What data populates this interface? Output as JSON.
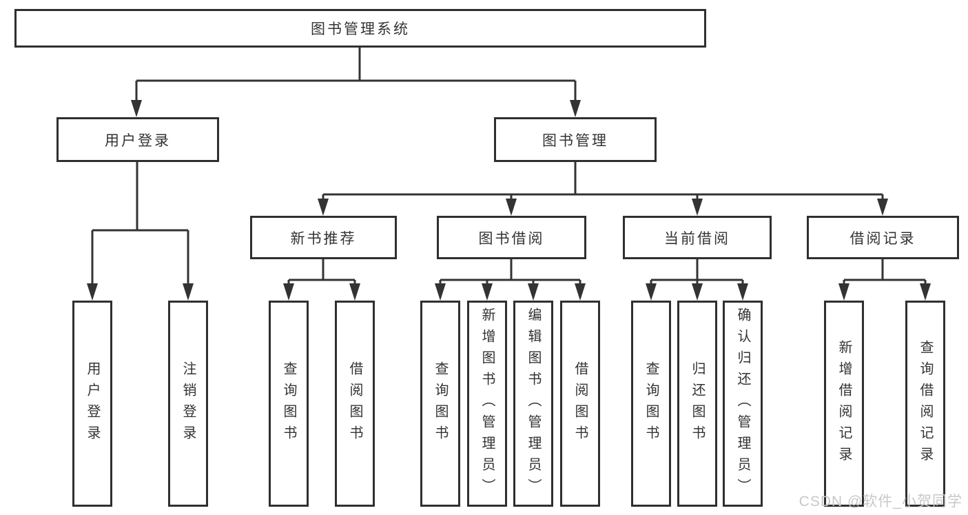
{
  "diagram_title": "图书管理系统",
  "colors": {
    "line": "#333333",
    "box_border": "#2f2f2f",
    "box_background": "#ffffff",
    "text": "#333333",
    "watermark": "#c8c8c8"
  },
  "watermark": {
    "text": "CSDN @软件_小贺同学"
  },
  "nodes": {
    "root": {
      "label": "图书管理系统"
    },
    "user_login": {
      "label": "用户登录"
    },
    "book_management": {
      "label": "图书管理"
    },
    "new_book_recommend": {
      "label": "新书推荐"
    },
    "book_borrow": {
      "label": "图书借阅"
    },
    "current_borrow": {
      "label": "当前借阅"
    },
    "borrow_record": {
      "label": "借阅记录"
    },
    "leaf_user_login": {
      "label": "用户登录"
    },
    "leaf_logout": {
      "label": "注销登录"
    },
    "leaf_query_book_rec": {
      "label": "查询图书"
    },
    "leaf_borrow_book_rec": {
      "label": "借阅图书"
    },
    "leaf_query_book_borrow": {
      "label": "查询图书"
    },
    "leaf_add_book_admin": {
      "label": "新增图书（管理员）"
    },
    "leaf_edit_book_admin": {
      "label": "编辑图书（管理员）"
    },
    "leaf_borrow_book_borrow": {
      "label": "借阅图书"
    },
    "leaf_query_book_current": {
      "label": "查询图书"
    },
    "leaf_return_book": {
      "label": "归还图书"
    },
    "leaf_confirm_return_admin": {
      "label": "确认归还（管理员）"
    },
    "leaf_add_borrow_record": {
      "label": "新增借阅记录"
    },
    "leaf_query_borrow_record": {
      "label": "查询借阅记录"
    }
  },
  "structure": {
    "图书管理系统": {
      "用户登录": [
        "用户登录",
        "注销登录"
      ],
      "图书管理": {
        "新书推荐": [
          "查询图书",
          "借阅图书"
        ],
        "图书借阅": [
          "查询图书",
          "新增图书（管理员）",
          "编辑图书（管理员）",
          "借阅图书"
        ],
        "当前借阅": [
          "查询图书",
          "归还图书",
          "确认归还（管理员）"
        ],
        "借阅记录": [
          "新增借阅记录",
          "查询借阅记录"
        ]
      }
    }
  }
}
